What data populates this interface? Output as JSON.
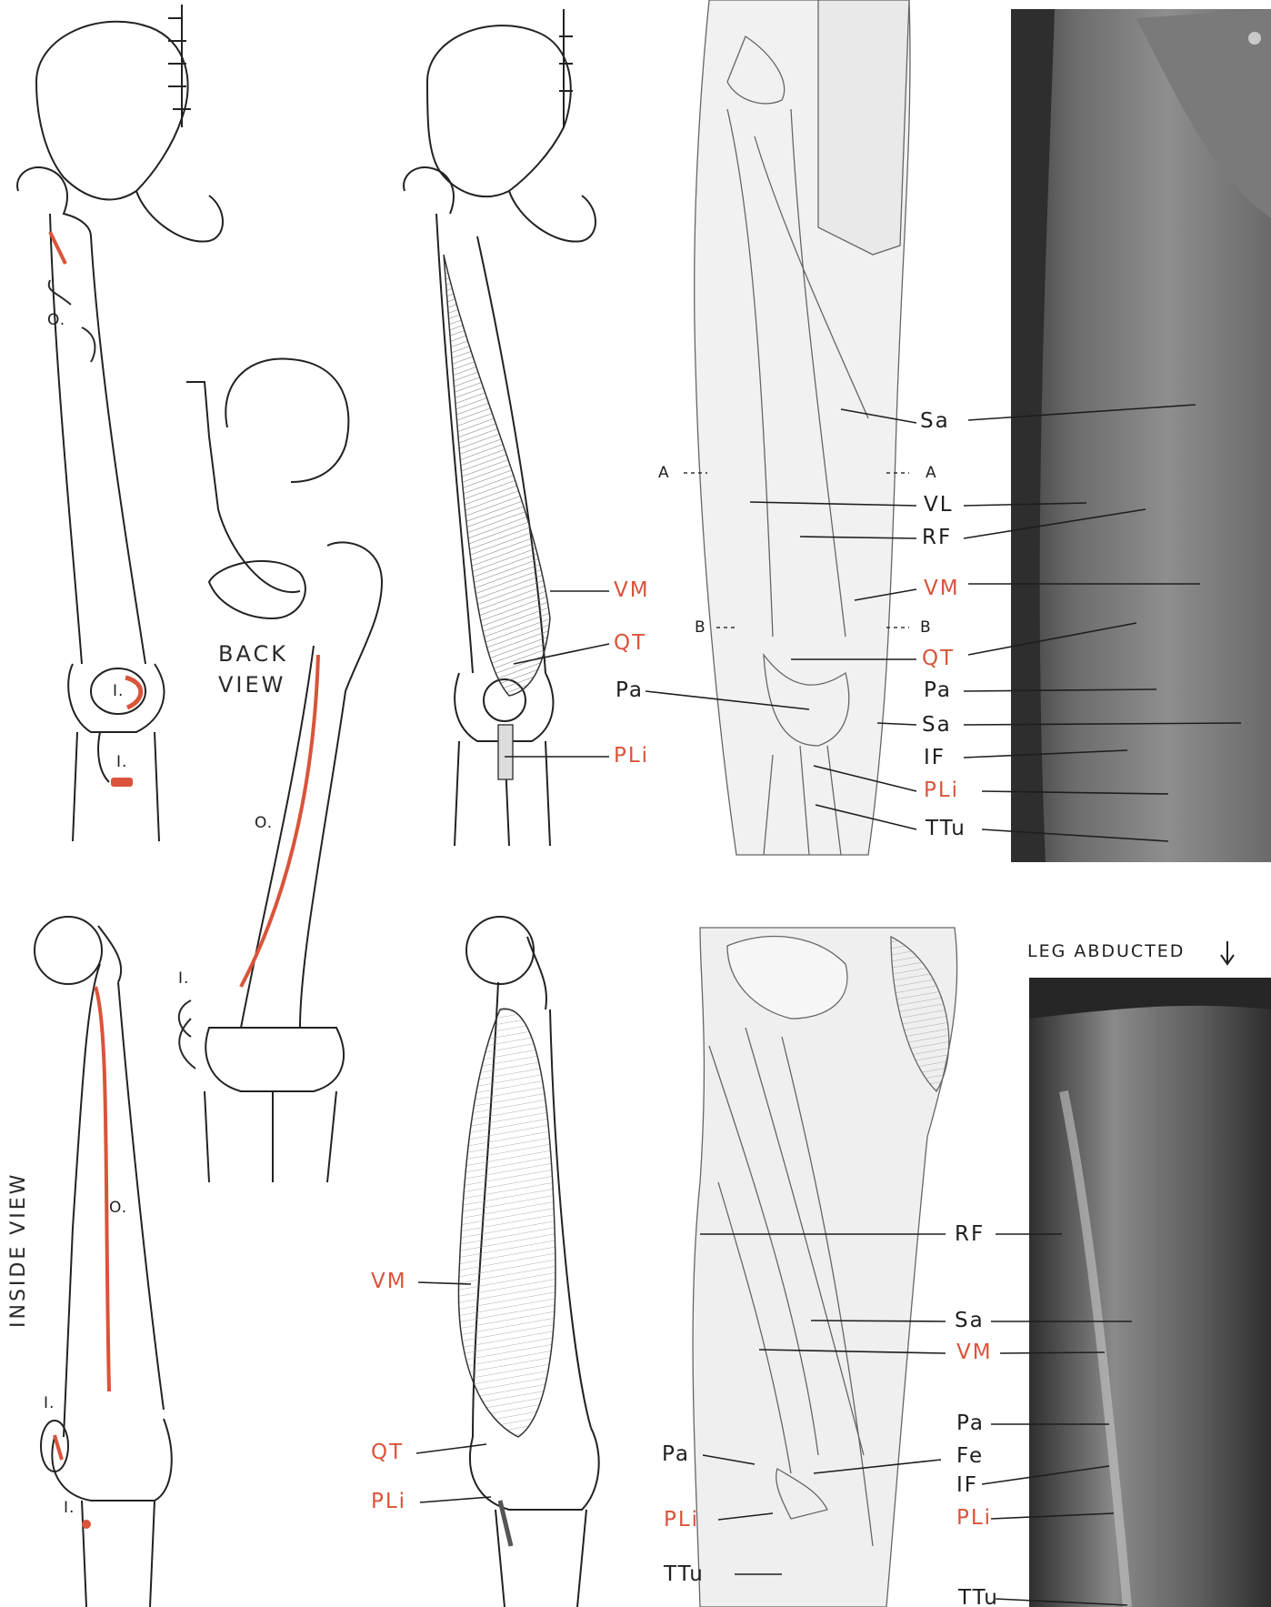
{
  "views": {
    "back_view_line1": "BACK",
    "back_view_line2": "VIEW",
    "inside_view": "INSIDE VIEW",
    "leg_abducted": "LEG ABDUCTED"
  },
  "bone_marks": {
    "origin": "O.",
    "insertion": "I."
  },
  "section_marks": {
    "a": "A",
    "b": "B"
  },
  "front_labels": {
    "sa": "Sa",
    "vl": "VL",
    "rf": "RF",
    "vm": "VM",
    "qt": "QT",
    "pa": "Pa",
    "sa2": "Sa",
    "if": "IF",
    "pli": "PLi",
    "ttu": "TTu"
  },
  "inside_labels": {
    "rf": "RF",
    "sa": "Sa",
    "vm": "VM",
    "pa": "Pa",
    "fe": "Fe",
    "if": "IF",
    "pli": "PLi",
    "ttu": "TTu",
    "pa_left": "Pa"
  },
  "muscle_front_labels": {
    "vm": "VM",
    "qt": "QT",
    "pa": "Pa",
    "pli": "PLi"
  },
  "muscle_inside_labels": {
    "vm": "VM",
    "qt": "QT",
    "pli": "PLi"
  },
  "colors": {
    "accent": "#d9543a",
    "ink": "#1e1e1e",
    "photo_dark": "#3a3a3a"
  }
}
